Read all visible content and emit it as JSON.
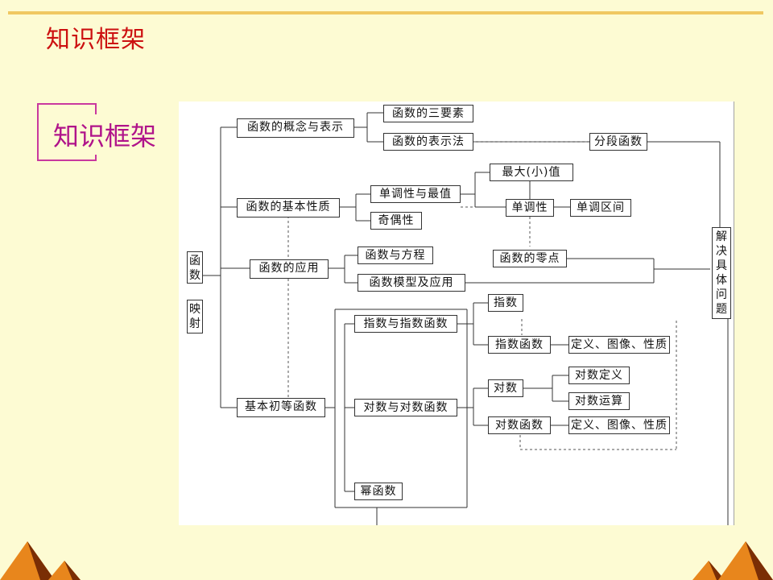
{
  "slide": {
    "title": "知识框架",
    "badge": "知识框架"
  },
  "diagram": {
    "root_function": "函数",
    "root_mapping": "映射",
    "concept": "函数的概念与表示",
    "three_elements": "函数的三要素",
    "representation": "函数的表示法",
    "piecewise": "分段函数",
    "basic_properties": "函数的基本性质",
    "monotonic_extrema": "单调性与最值",
    "max_min": "最大(小)值",
    "monotonicity": "单调性",
    "monotonic_interval": "单调区间",
    "parity": "奇偶性",
    "application": "函数的应用",
    "function_equation": "函数与方程",
    "zero_point": "函数的零点",
    "model_application": "函数模型及应用",
    "solve_problem": "解决具体问题",
    "elementary": "基本初等函数",
    "exp_family": "指数与指数函数",
    "exponent": "指数",
    "exp_function": "指数函数",
    "def_graph_prop_1": "定义、图像、性质",
    "log_family": "对数与对数函数",
    "logarithm": "对数",
    "log_definition": "对数定义",
    "log_operation": "对数运算",
    "log_function": "对数函数",
    "def_graph_prop_2": "定义、图像、性质",
    "power_function": "幂函数"
  },
  "colors": {
    "background": "#fdfbd3",
    "title": "#cc1010",
    "badge": "#b0138a",
    "rule": "#f0c862",
    "deco_orange": "#e8861c",
    "deco_dark": "#7a2e05"
  }
}
